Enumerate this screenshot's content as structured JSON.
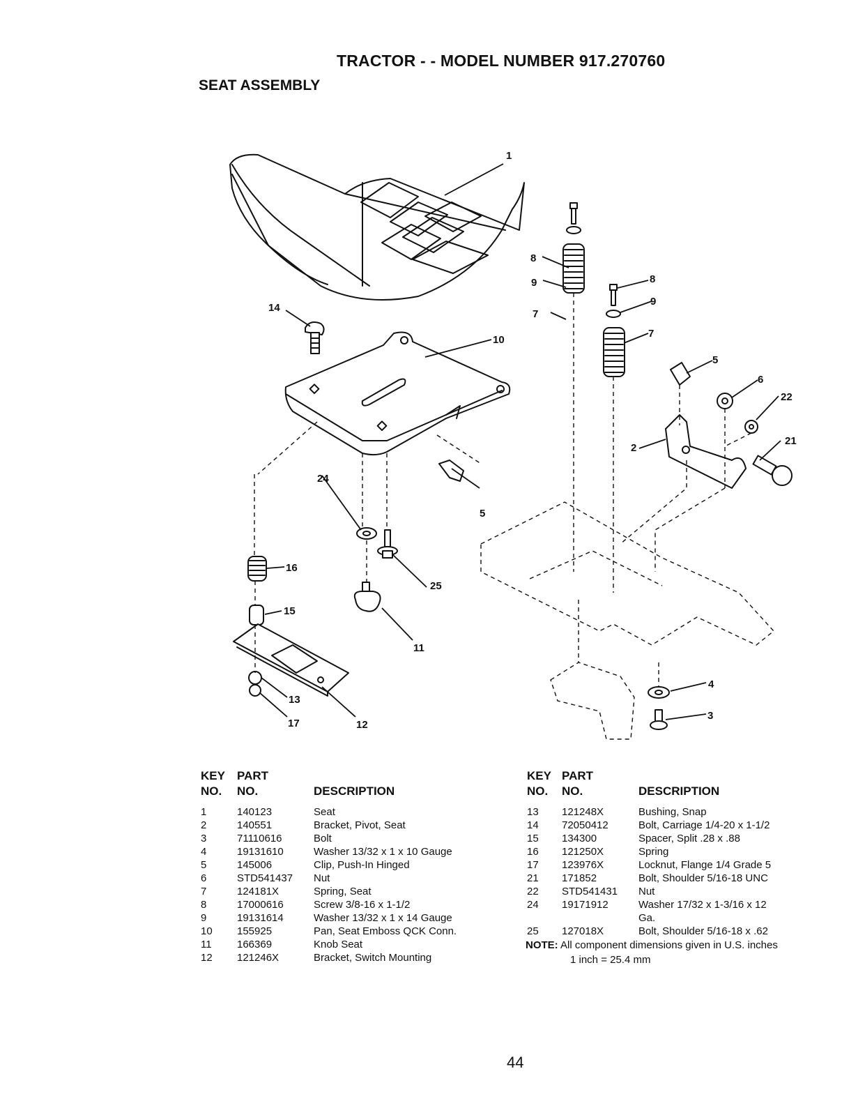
{
  "header": {
    "title": "TRACTOR - - MODEL NUMBER 917.270760",
    "subtitle": "SEAT ASSEMBLY"
  },
  "diagram": {
    "callouts": [
      "1",
      "8",
      "9",
      "8",
      "9",
      "7",
      "7",
      "14",
      "10",
      "5",
      "6",
      "22",
      "21",
      "2",
      "24",
      "5",
      "16",
      "25",
      "15",
      "11",
      "13",
      "17",
      "12",
      "4",
      "3"
    ]
  },
  "table": {
    "headers": {
      "key_line1": "KEY",
      "part_line1": "PART",
      "key_line2": "NO.",
      "part_line2": "NO.",
      "description": "DESCRIPTION"
    },
    "left": [
      {
        "key": "1",
        "part": "140123",
        "desc": "Seat"
      },
      {
        "key": "2",
        "part": "140551",
        "desc": "Bracket, Pivot, Seat"
      },
      {
        "key": "3",
        "part": "71110616",
        "desc": "Bolt"
      },
      {
        "key": "4",
        "part": "19131610",
        "desc": "Washer  13/32 x 1 x 10 Gauge"
      },
      {
        "key": "5",
        "part": "145006",
        "desc": "Clip, Push-In  Hinged"
      },
      {
        "key": "6",
        "part": "STD541437",
        "desc": "Nut"
      },
      {
        "key": "7",
        "part": "124181X",
        "desc": "Spring, Seat"
      },
      {
        "key": "8",
        "part": "17000616",
        "desc": "Screw  3/8-16 x 1-1/2"
      },
      {
        "key": "9",
        "part": "19131614",
        "desc": "Washer  13/32 x 1 x 14 Gauge"
      },
      {
        "key": "10",
        "part": "155925",
        "desc": "Pan, Seat Emboss QCK Conn."
      },
      {
        "key": "11",
        "part": "166369",
        "desc": "Knob Seat"
      },
      {
        "key": "12",
        "part": "121246X",
        "desc": "Bracket, Switch Mounting"
      }
    ],
    "right": [
      {
        "key": "13",
        "part": "121248X",
        "desc": "Bushing, Snap"
      },
      {
        "key": "14",
        "part": "72050412",
        "desc": "Bolt, Carriage  1/4-20 x 1-1/2"
      },
      {
        "key": "15",
        "part": "134300",
        "desc": "Spacer, Split  .28 x  .88"
      },
      {
        "key": "16",
        "part": "121250X",
        "desc": "Spring"
      },
      {
        "key": "17",
        "part": "123976X",
        "desc": "Locknut, Flange  1/4 Grade 5"
      },
      {
        "key": "21",
        "part": "171852",
        "desc": "Bolt, Shoulder  5/16-18 UNC"
      },
      {
        "key": "22",
        "part": "STD541431",
        "desc": "Nut"
      },
      {
        "key": "24",
        "part": "19171912",
        "desc": "Washer  17/32 x 1-3/16 x 12"
      },
      {
        "key": "",
        "part": "",
        "desc": "Ga."
      },
      {
        "key": "25",
        "part": "127018X",
        "desc": "Bolt, Shoulder  5/16-18 x .62"
      }
    ],
    "note_label": "NOTE:",
    "note_text": "All component dimensions given in U.S. inches",
    "note_line2": "1 inch = 25.4 mm"
  },
  "page_number": "44"
}
